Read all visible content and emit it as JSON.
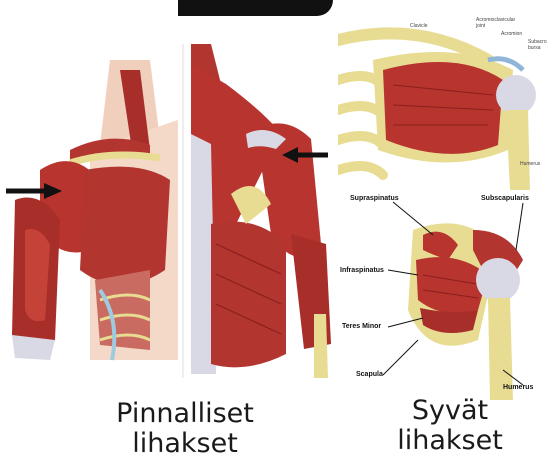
{
  "captions": {
    "superficial_line1": "Pinnalliset",
    "superficial_line2": "lihakset",
    "deep_line1": "Syvät",
    "deep_line2": "lihakset"
  },
  "deep_top_labels": {
    "clavicle": "Clavicle",
    "acromioclavicular": "Acromioclavicular",
    "joint": "joint",
    "acromion": "Acromion",
    "subacro": "Subacro",
    "bursa": "bursa",
    "humerus": "Humerus"
  },
  "deep_bottom_labels": {
    "supraspinatus": "Supraspinatus",
    "subscapularis": "Subscapularis",
    "infraspinatus": "Infraspinatus",
    "teres_minor": "Teres Minor",
    "scapula": "Scapula",
    "humerus": "Humerus"
  },
  "colors": {
    "muscle": "#b8342f",
    "muscle_dark": "#8a1f1d",
    "tendon": "#d9d9e6",
    "bone": "#e8dc93",
    "skin": "#f1cfbd",
    "arrow": "#111111"
  }
}
